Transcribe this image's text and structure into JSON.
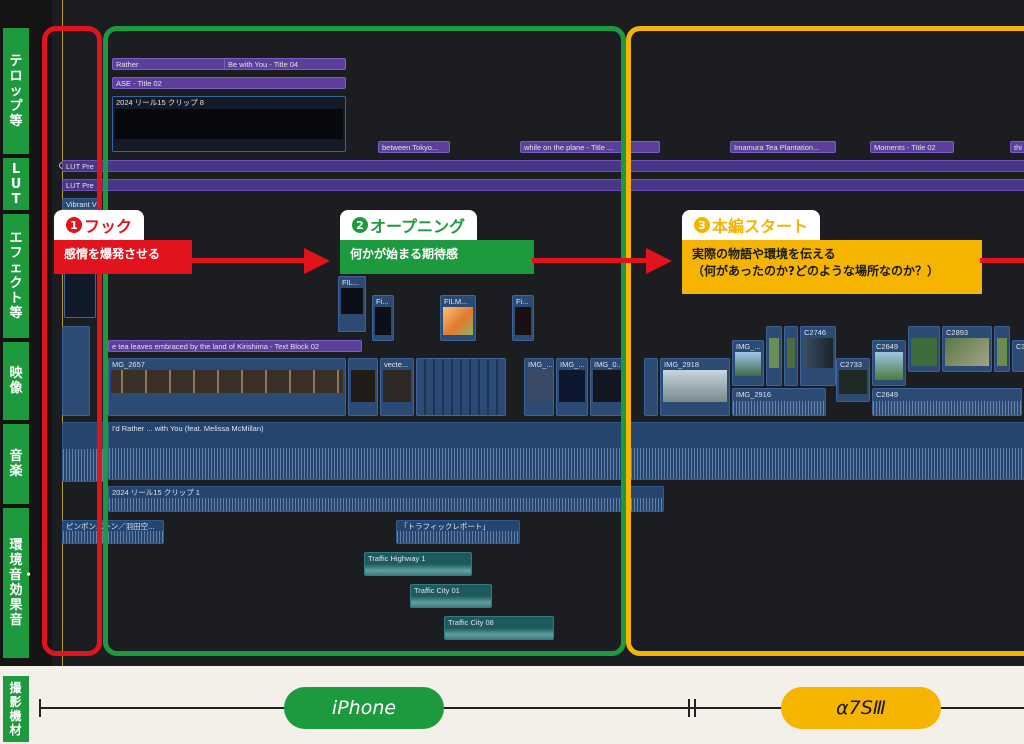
{
  "track_labels": {
    "titles": "テロップ等",
    "lut": "LUT",
    "effects": "エフェクト等",
    "video": "映像",
    "music": "音楽",
    "sfx": "環境音・効果音"
  },
  "titles": {
    "t1": "Rather",
    "t2": "Be with You - Title 04",
    "t3": "ASE - Title 02",
    "t4": "2024 リール15 クリップ 8",
    "t5": "between Tokyo...",
    "t6": "while on the plane - Title ...",
    "t7": "Imamura Tea Plantation...",
    "t8": "Moments - Title 02",
    "t9": "thi"
  },
  "lut": {
    "l1": "LUT Pre",
    "l2": "LUT Pre",
    "l3": "Vibrant V"
  },
  "effects": {
    "e1": "FIL...",
    "e2": "Fi...",
    "e3": "FILM...",
    "e4": "Fi..."
  },
  "text_block": "e tea leaves embraced by the land of Kirishima - Text Block 02",
  "video": {
    "v1": "MG_2657",
    "v2": "vecte...",
    "v3": "IMG_...",
    "v4": "IMG_...",
    "v5": "IMG_0...",
    "v6": "IMG_2918",
    "v7": "IMG_...",
    "v8": "C2746",
    "v9": "IMG_2916",
    "v10": "C2733",
    "v11": "C2649",
    "v12": "C2649",
    "v13": "C2893",
    "v14": "C3"
  },
  "music": {
    "m1": "I'd Rather ... with You (feat. Melissa McMillan)",
    "m2": "2024 リール15 クリップ 1"
  },
  "sfx": {
    "s1": "ピンポンパーン／羽田空...",
    "s2": "「トラフィックレポート」",
    "s3": "Traffic Highway 1",
    "s4": "Traffic City 01",
    "s5": "Traffic City 08"
  },
  "callouts": {
    "hook": {
      "num": "1",
      "title": "フック",
      "desc": "感情を爆発させる"
    },
    "opening": {
      "num": "2",
      "title": "オープニング",
      "desc": "何かが始まる期待感"
    },
    "main": {
      "num": "3",
      "title": "本編スタート",
      "desc1": "実際の物語や環境を伝える",
      "desc2": "（何があったのか?どのような場所なのか？）"
    }
  },
  "equipment": {
    "label": "撮影機材",
    "iphone": "iPhone",
    "sony": "α7SⅢ"
  },
  "colors": {
    "red": "#e1141e",
    "green": "#1e9a3e",
    "yellow": "#f4b400",
    "title_purple": "#5b3f9a",
    "video_blue": "#2b4a74"
  }
}
